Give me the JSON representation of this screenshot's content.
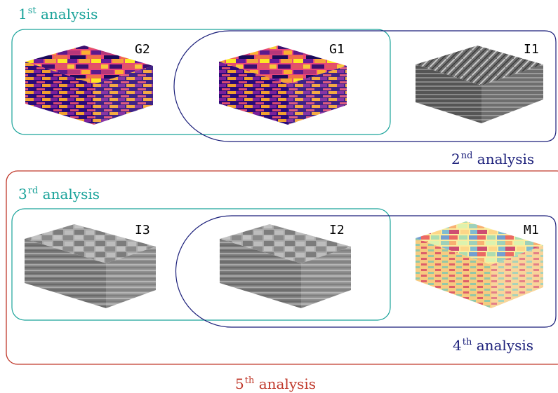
{
  "analyses": [
    {
      "num": "1",
      "sup": "st",
      "word": "analysis",
      "color": "#1aa39a"
    },
    {
      "num": "2",
      "sup": "nd",
      "word": "analysis",
      "color": "#1b1f7a"
    },
    {
      "num": "3",
      "sup": "rd",
      "word": "analysis",
      "color": "#1aa39a"
    },
    {
      "num": "4",
      "sup": "th",
      "word": "analysis",
      "color": "#1b1f7a"
    },
    {
      "num": "5",
      "sup": "th",
      "word": "analysis",
      "color": "#c0392b"
    }
  ],
  "volumes": [
    {
      "label": "G2",
      "style": "plasma-synthetic"
    },
    {
      "label": "G1",
      "style": "plasma-synthetic"
    },
    {
      "label": "I1",
      "style": "grayscale-fibers"
    },
    {
      "label": "I3",
      "style": "grayscale-blurred"
    },
    {
      "label": "I2",
      "style": "grayscale-blurred"
    },
    {
      "label": "M1",
      "style": "spectral-transparent"
    }
  ],
  "colors": {
    "teal": "#1aa39a",
    "navy": "#1b1f7a",
    "red": "#c0392b"
  }
}
